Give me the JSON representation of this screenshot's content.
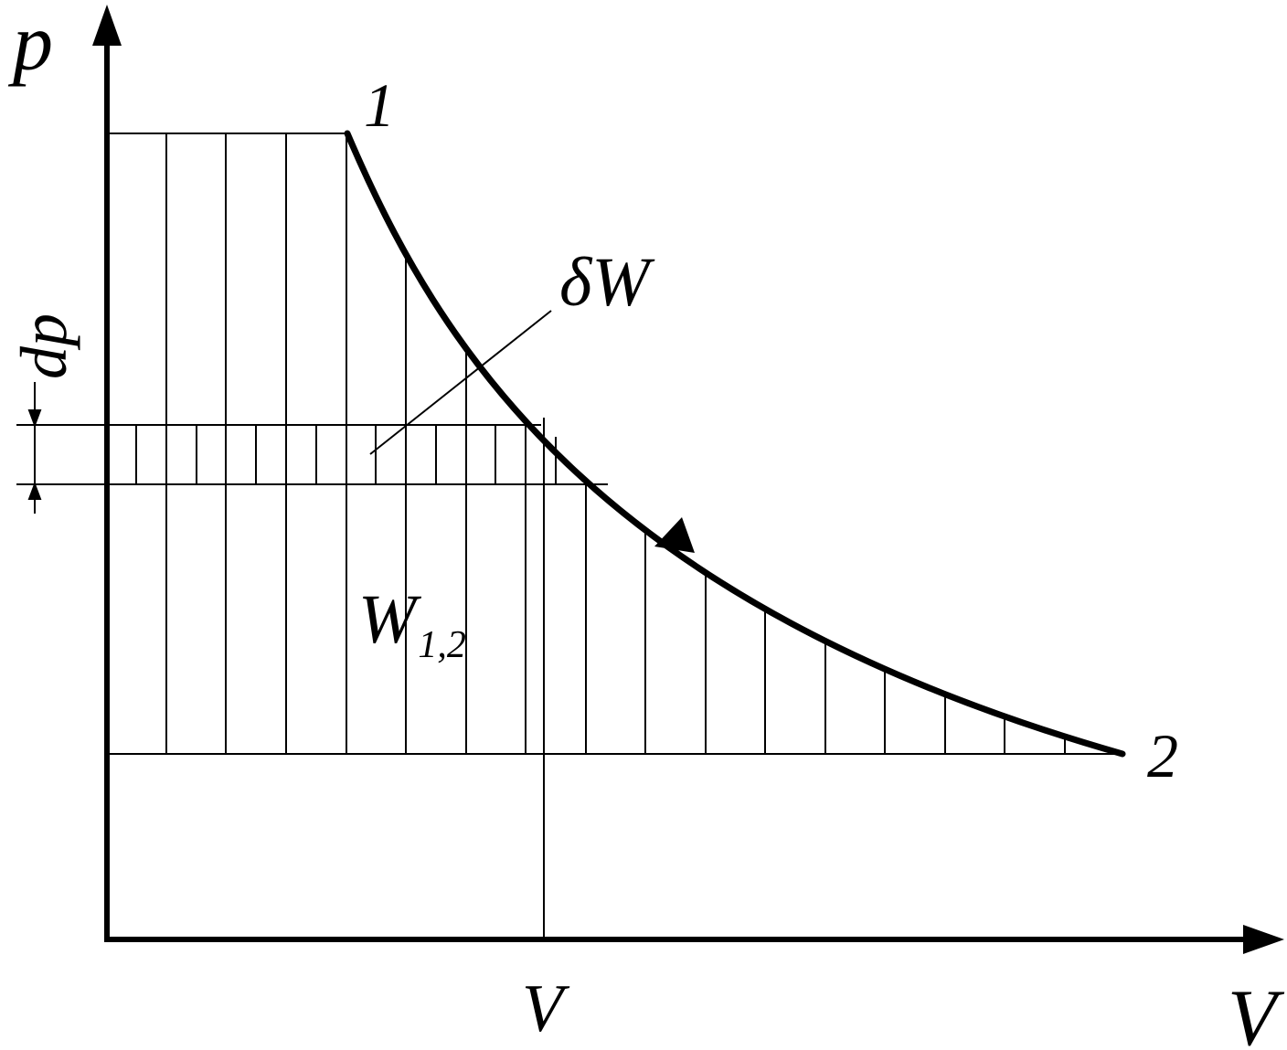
{
  "labels": {
    "y_axis": "p",
    "x_axis": "V",
    "point_1": "1",
    "point_2": "2",
    "elemental_work": "δW",
    "dp": "dp",
    "work_main": "W",
    "work_sub": "1,2",
    "volume_marker": "V"
  },
  "colors": {
    "ink": "#000000",
    "background": "#ffffff"
  }
}
